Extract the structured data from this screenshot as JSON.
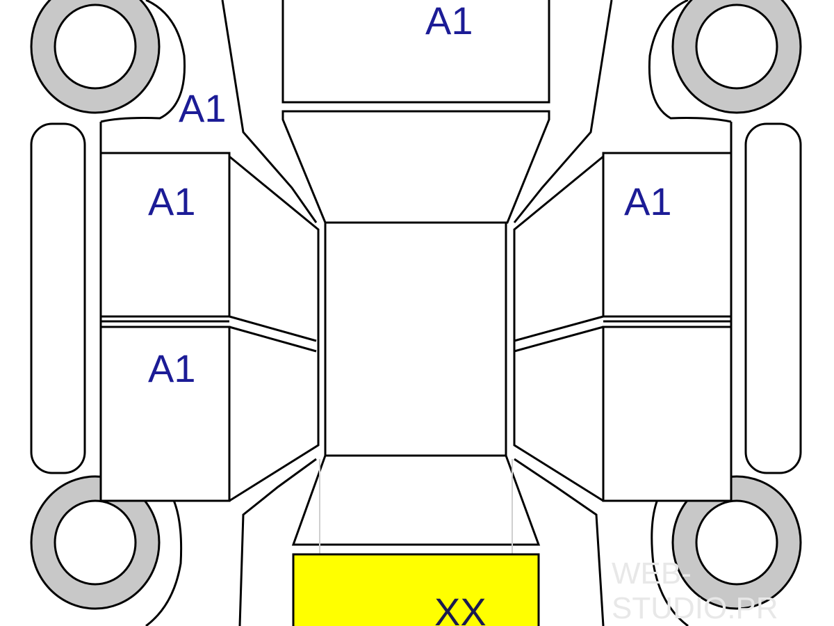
{
  "diagram": {
    "labels": {
      "hood": "A1",
      "front_left_fender": "A1",
      "front_left_door": "A1",
      "rear_left_door": "A1",
      "front_right_door": "A1",
      "trunk": "XX"
    },
    "watermark": "WEB-STUDIO.PR",
    "colors": {
      "highlight": "#ffff00",
      "tire": "#c8c8c8",
      "label": "#1c1c96"
    }
  }
}
